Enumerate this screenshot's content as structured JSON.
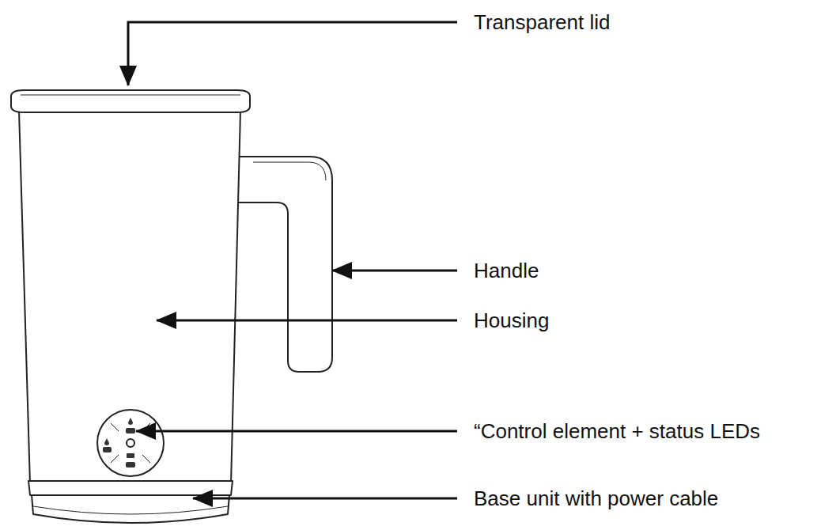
{
  "diagram": {
    "labels": [
      "Transparent lid",
      "Handle",
      "Housing",
      "“Control element + status LEDs",
      "Base unit with power cable"
    ]
  }
}
